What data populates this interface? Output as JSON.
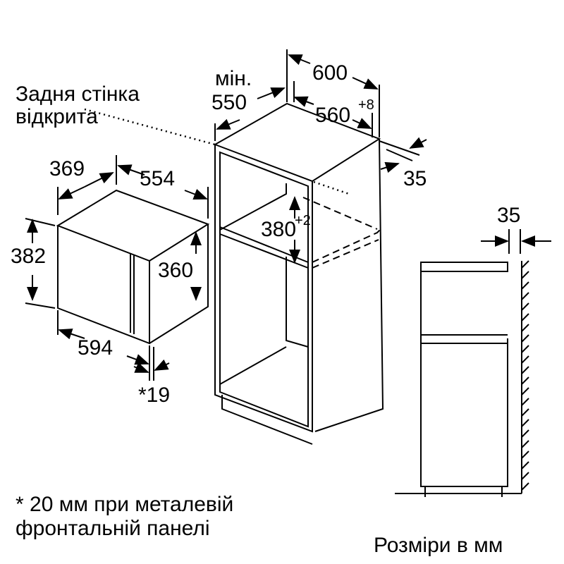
{
  "labels": {
    "rear_wall": [
      "Задня стінка",
      "відкрита"
    ],
    "min": "мін.",
    "depth_550": "550",
    "width_600": "600",
    "width_560": "560",
    "width_560_tol": "+8",
    "side_35": "35",
    "height_380": "380",
    "height_380_tol": "+2",
    "mw_369": "369",
    "mw_554": "554",
    "mw_382": "382",
    "mw_360": "360",
    "mw_594": "594",
    "mw_19": "*19",
    "wall_35": "35",
    "footnote": [
      "* 20 мм при металевій",
      "фронтальній панелі"
    ],
    "units": "Розміри в мм"
  },
  "colors": {
    "line": "#000000",
    "background": "#ffffff"
  }
}
